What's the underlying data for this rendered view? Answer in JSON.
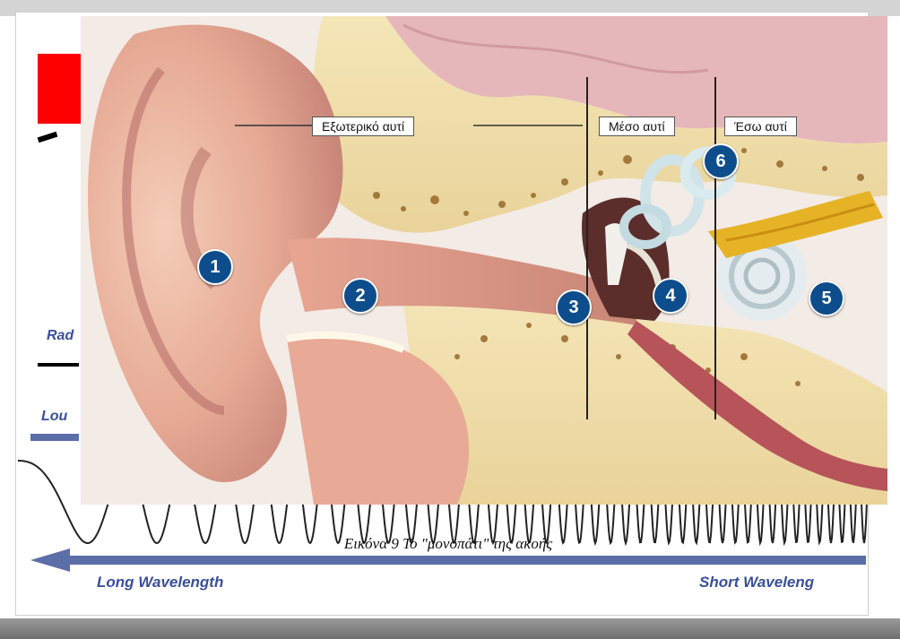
{
  "background_slide": {
    "partial_texts": [
      "Rad",
      "Lou"
    ],
    "wavelength_left": "Long Wavelength",
    "wavelength_right": "Short Waveleng"
  },
  "ear_diagram": {
    "sections": {
      "outer": "Εξωτερικό αυτί",
      "middle": "Μέσο αυτί",
      "inner": "Έσω αυτί"
    },
    "markers": [
      "1",
      "2",
      "3",
      "4",
      "5",
      "6"
    ]
  },
  "caption": "Εικόνα 9 Το \"μονοπάτι\" της ακοής"
}
